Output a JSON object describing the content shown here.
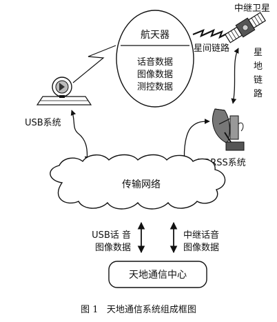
{
  "figure": {
    "caption": "图 1   天地通信系统组成框图"
  },
  "nodes": {
    "spacecraft": {
      "title": "航天器",
      "lines": [
        "话音数据",
        "图像数据",
        "测控数据"
      ]
    },
    "relay_satellite": {
      "label": "中继卫星"
    },
    "intersatellite_link": {
      "label": "星间链路"
    },
    "satellite_ground_link": {
      "chars": [
        "星",
        "地",
        "链",
        "路"
      ]
    },
    "usb_system": {
      "label": "USB系统"
    },
    "tdrss_system": {
      "label": "TDRSS系统"
    },
    "transport_network": {
      "label": "传输网络"
    },
    "control_center": {
      "label": "天地通信中心"
    },
    "usb_flow": {
      "lines": [
        "USB话 音",
        "图像数据"
      ]
    },
    "relay_flow": {
      "lines": [
        "中继话音",
        "图像数据"
      ]
    }
  },
  "icons": [
    "satellite-icon",
    "dish-antenna-icon",
    "ground-station-terminal-icon",
    "lightning-link-icon"
  ]
}
